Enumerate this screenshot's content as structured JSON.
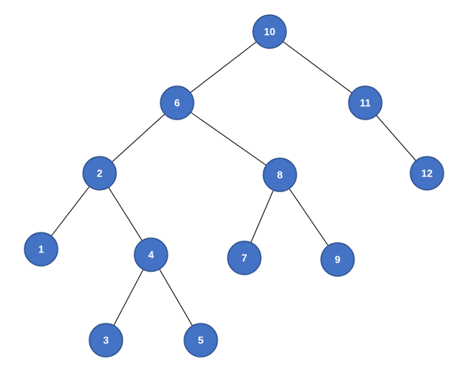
{
  "tree": {
    "nodes": [
      {
        "id": "n10",
        "label": "10"
      },
      {
        "id": "n6",
        "label": "6"
      },
      {
        "id": "n11",
        "label": "11"
      },
      {
        "id": "n2",
        "label": "2"
      },
      {
        "id": "n8",
        "label": "8"
      },
      {
        "id": "n12",
        "label": "12"
      },
      {
        "id": "n1",
        "label": "1"
      },
      {
        "id": "n4",
        "label": "4"
      },
      {
        "id": "n7",
        "label": "7"
      },
      {
        "id": "n9",
        "label": "9"
      },
      {
        "id": "n3",
        "label": "3"
      },
      {
        "id": "n5",
        "label": "5"
      }
    ],
    "edges": [
      [
        "n10",
        "n6"
      ],
      [
        "n10",
        "n11"
      ],
      [
        "n6",
        "n2"
      ],
      [
        "n6",
        "n8"
      ],
      [
        "n11",
        "n12"
      ],
      [
        "n2",
        "n1"
      ],
      [
        "n2",
        "n4"
      ],
      [
        "n8",
        "n7"
      ],
      [
        "n8",
        "n9"
      ],
      [
        "n4",
        "n3"
      ],
      [
        "n4",
        "n5"
      ]
    ],
    "node_fill_color": "#4472c4",
    "node_stroke_color": "#2f528f",
    "label_color": "#ffffff",
    "edge_color": "#000000"
  }
}
